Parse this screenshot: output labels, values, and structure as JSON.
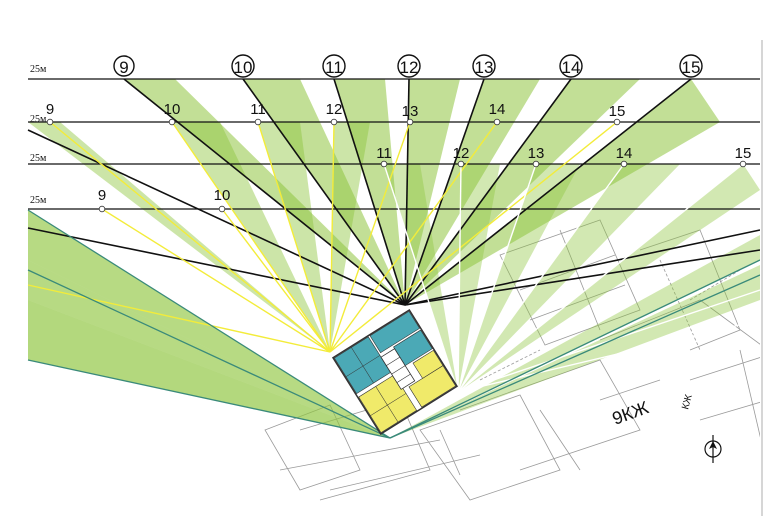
{
  "levels": [
    {
      "label": "25м",
      "hours": [
        "9",
        "10",
        "11",
        "12",
        "13",
        "14",
        "15"
      ],
      "circled": true
    },
    {
      "label": "25м",
      "hours": [
        "9",
        "10",
        "11",
        "12",
        "13",
        "14",
        "15"
      ],
      "circled": false
    },
    {
      "label": "25м",
      "hours": [
        "11",
        "12",
        "13",
        "14",
        "15"
      ],
      "circled": false
    },
    {
      "label": "25м",
      "hours": [
        "9",
        "10"
      ],
      "circled": false
    }
  ],
  "plan_labels": {
    "building": "9КЖ",
    "street": "КЖ"
  },
  "colors": {
    "sector_fill": "#8fc53f",
    "ray_black": "#111111",
    "ray_yellow": "#f3ec3a",
    "ray_white": "#ffffff",
    "ray_teal": "#3a8a7a",
    "apt_teal": "#4ba9b6",
    "apt_yellow": "#f0ea6a"
  }
}
